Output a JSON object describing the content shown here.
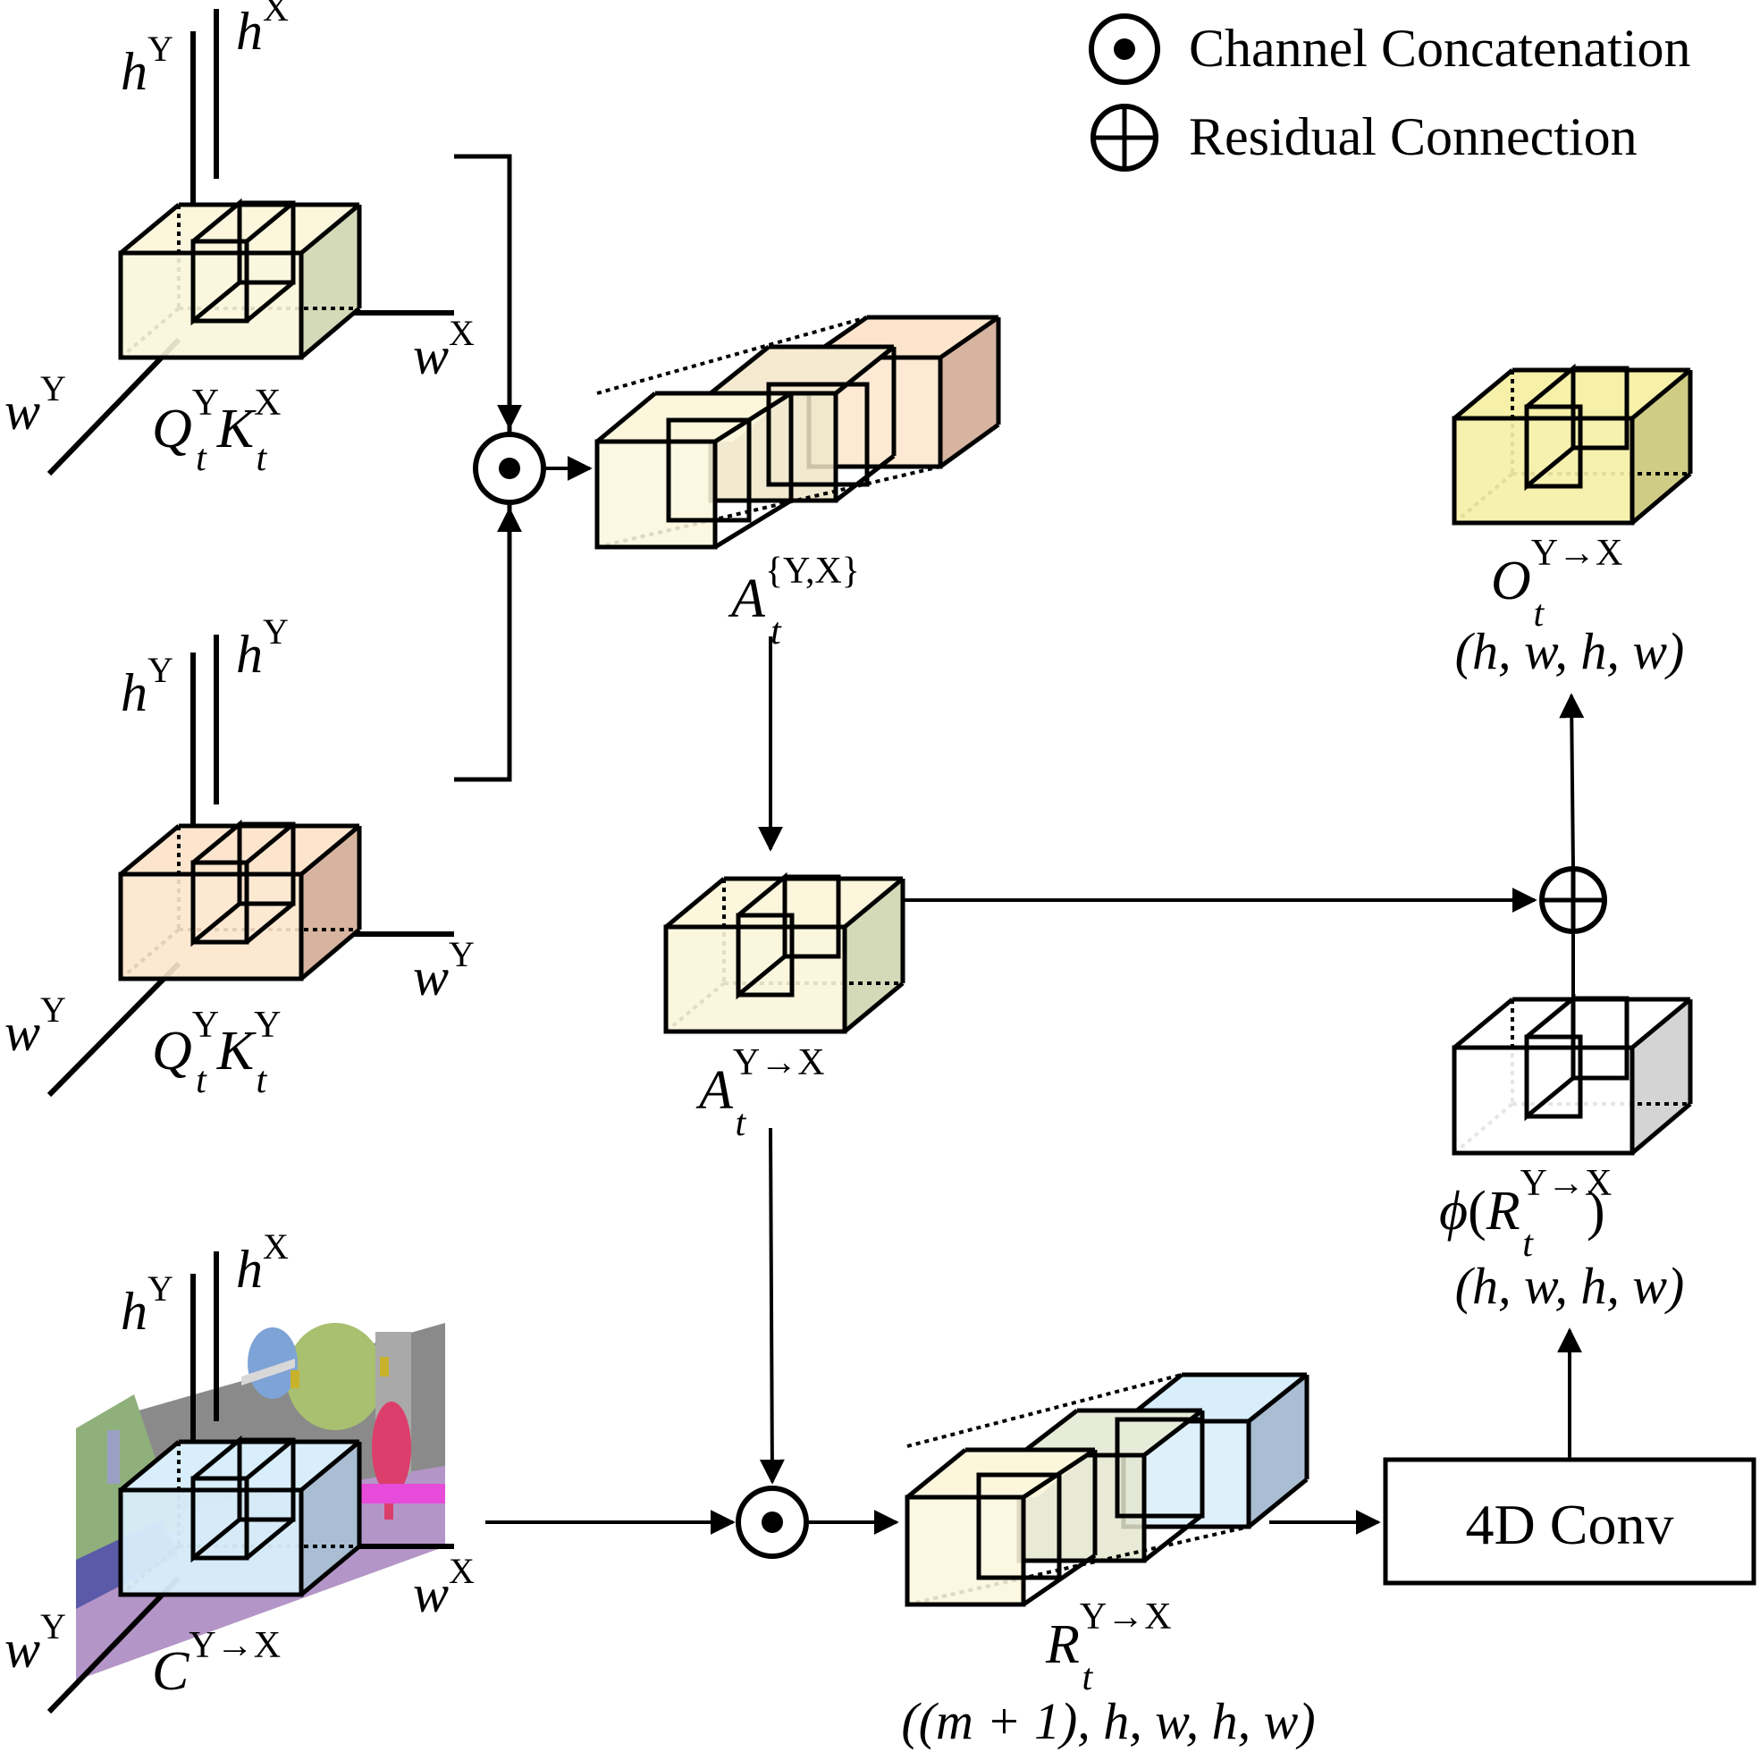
{
  "legend": {
    "concat_label": "Channel Concatenation",
    "residual_label": "Residual Connection"
  },
  "axes": {
    "h_y": "h",
    "h_y_sup": "Y",
    "h_x": "h",
    "h_x_sup": "X",
    "w_y": "w",
    "w_y_sup": "Y",
    "w_x": "w",
    "w_x_sup": "X"
  },
  "labels": {
    "qk_yx": {
      "q": "Q",
      "q_sup": "Y",
      "q_sub": "t",
      "k": "K",
      "k_sup": "X",
      "k_sub": "t"
    },
    "qk_yy": {
      "q": "Q",
      "q_sup": "Y",
      "q_sub": "t",
      "k": "K",
      "k_sup": "Y",
      "k_sub": "t"
    },
    "c": {
      "base": "C",
      "sup": "Y→X"
    },
    "a_set": {
      "base": "A",
      "sup": "{Y,X}",
      "sub": "t"
    },
    "a_yx": {
      "base": "A",
      "sup": "Y→X",
      "sub": "t"
    },
    "r": {
      "base": "R",
      "sup": "Y→X",
      "sub": "t",
      "shape": "((m + 1), h, w, h, w)"
    },
    "phi": {
      "phi": "ϕ",
      "open": "(",
      "base": "R",
      "sup": "Y→X",
      "sub": "t",
      "close": ")",
      "shape": "(h, w, h, w)"
    },
    "o": {
      "base": "O",
      "sup": "Y→X",
      "sub": "t",
      "shape": "(h, w, h, w)"
    }
  },
  "conv": {
    "label": "4D Conv"
  },
  "colors": {
    "yellow_light": "#fbf6dc",
    "yellow_side": "#d4d9b8",
    "orange_light": "#fde5cd",
    "orange_side": "#d6b49f",
    "blue_light": "#d8eefa",
    "blue_side": "#a9bed3",
    "o_front": "#f6f0a8",
    "o_side": "#cfcc86",
    "gray_side": "#d4d4d4"
  }
}
